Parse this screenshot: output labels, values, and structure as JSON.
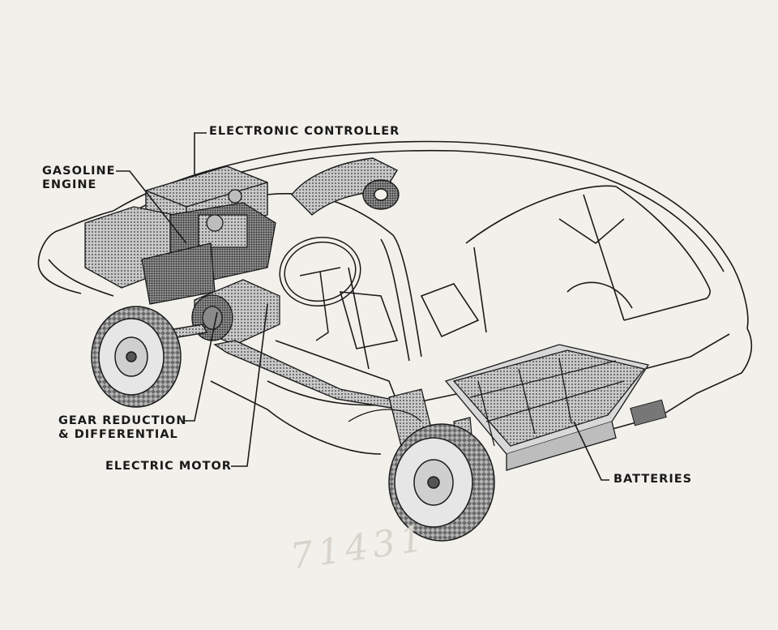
{
  "labels": {
    "electronic_controller": "ELECTRONIC CONTROLLER",
    "gasoline_engine_line1": "GASOLINE",
    "gasoline_engine_line2": "ENGINE",
    "gear_reduction_line1": "GEAR REDUCTION",
    "gear_reduction_line2": "& DIFFERENTIAL",
    "electric_motor": "ELECTRIC MOTOR",
    "batteries": "BATTERIES"
  },
  "handwritten_mark": "71431",
  "colors": {
    "paper": "#f2f0ea",
    "ink": "#1a1a1a",
    "component_fill": "#7a7a7a",
    "tire_fill": "#9a9a9a"
  }
}
